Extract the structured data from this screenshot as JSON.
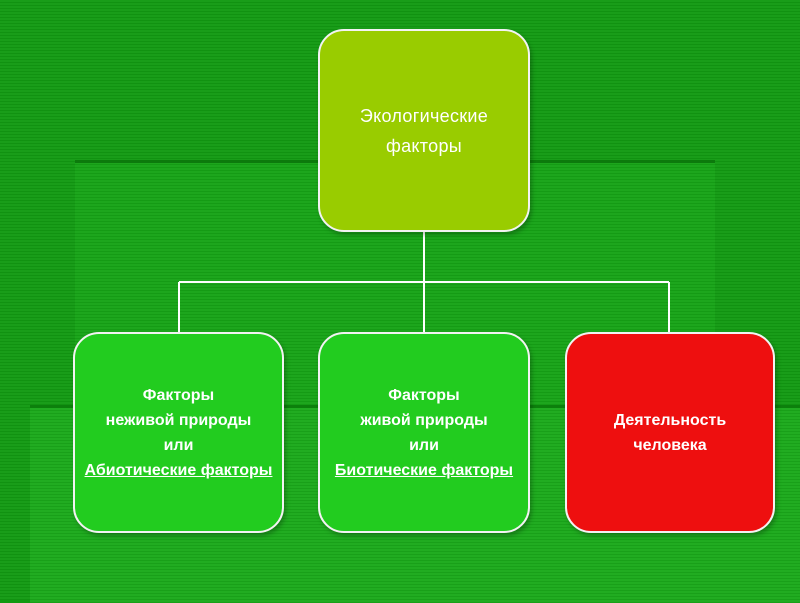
{
  "diagram": {
    "root": {
      "lines": [
        "Экологические",
        "факторы"
      ],
      "color": "#99cc00"
    },
    "children": [
      {
        "lines": [
          "Факторы",
          "неживой природы",
          "или",
          "Абиотические факторы"
        ],
        "underlined_line": "Абиотические факторы",
        "color": "#22cc1f"
      },
      {
        "lines": [
          "Факторы",
          "живой природы",
          "или",
          "Биотические факторы"
        ],
        "underlined_line": "Биотические факторы",
        "color": "#22cc1f"
      },
      {
        "lines": [
          "Деятельность",
          "человека"
        ],
        "color": "#ee0f0f"
      }
    ],
    "connector_color": "#ffffff",
    "background_color": "#129a12"
  }
}
